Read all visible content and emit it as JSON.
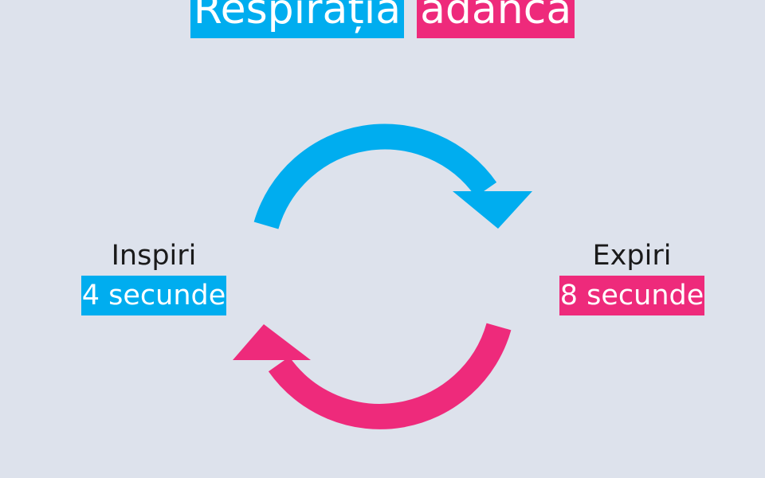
{
  "title": {
    "word1": "Respirația",
    "word2": "adâncă"
  },
  "inhale": {
    "label": "Inspiri",
    "duration": "4 secunde"
  },
  "exhale": {
    "label": "Expiri",
    "duration": "8 secunde"
  },
  "colors": {
    "background": "#dde2ec",
    "inhale_accent": "#00adef",
    "exhale_accent": "#ee2a7b",
    "text": "#1a1a1a"
  },
  "icons": {
    "top_arrow": "curved-arrow-clockwise-icon",
    "bottom_arrow": "curved-arrow-clockwise-icon"
  }
}
